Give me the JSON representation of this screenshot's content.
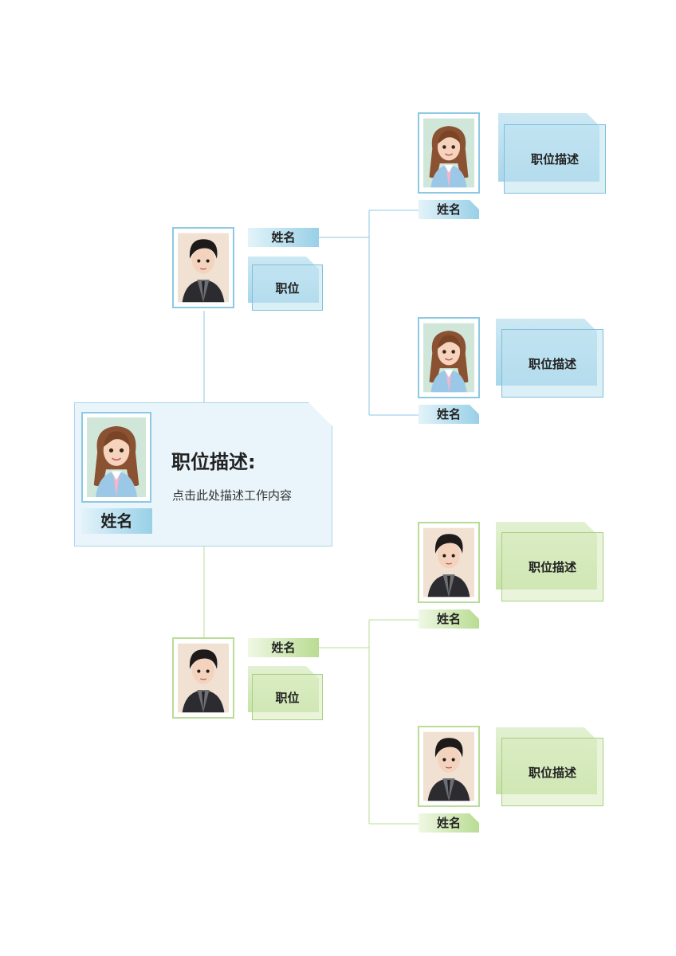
{
  "main": {
    "name": "姓名",
    "title": "职位描述:",
    "description": "点击此处描述工作内容"
  },
  "managers": [
    {
      "name": "姓名",
      "position": "职位",
      "theme": "blue",
      "person": "male"
    },
    {
      "name": "姓名",
      "position": "职位",
      "theme": "green",
      "person": "male"
    }
  ],
  "staff": [
    {
      "name": "姓名",
      "description": "职位描述",
      "theme": "blue",
      "person": "female"
    },
    {
      "name": "姓名",
      "description": "职位描述",
      "theme": "blue",
      "person": "female"
    },
    {
      "name": "姓名",
      "description": "职位描述",
      "theme": "green",
      "person": "male"
    },
    {
      "name": "姓名",
      "description": "职位描述",
      "theme": "green",
      "person": "male"
    }
  ],
  "colors": {
    "blue_line": "#8ec9e4",
    "green_line": "#b9dc96",
    "card_bg": "#eaf5fb"
  }
}
